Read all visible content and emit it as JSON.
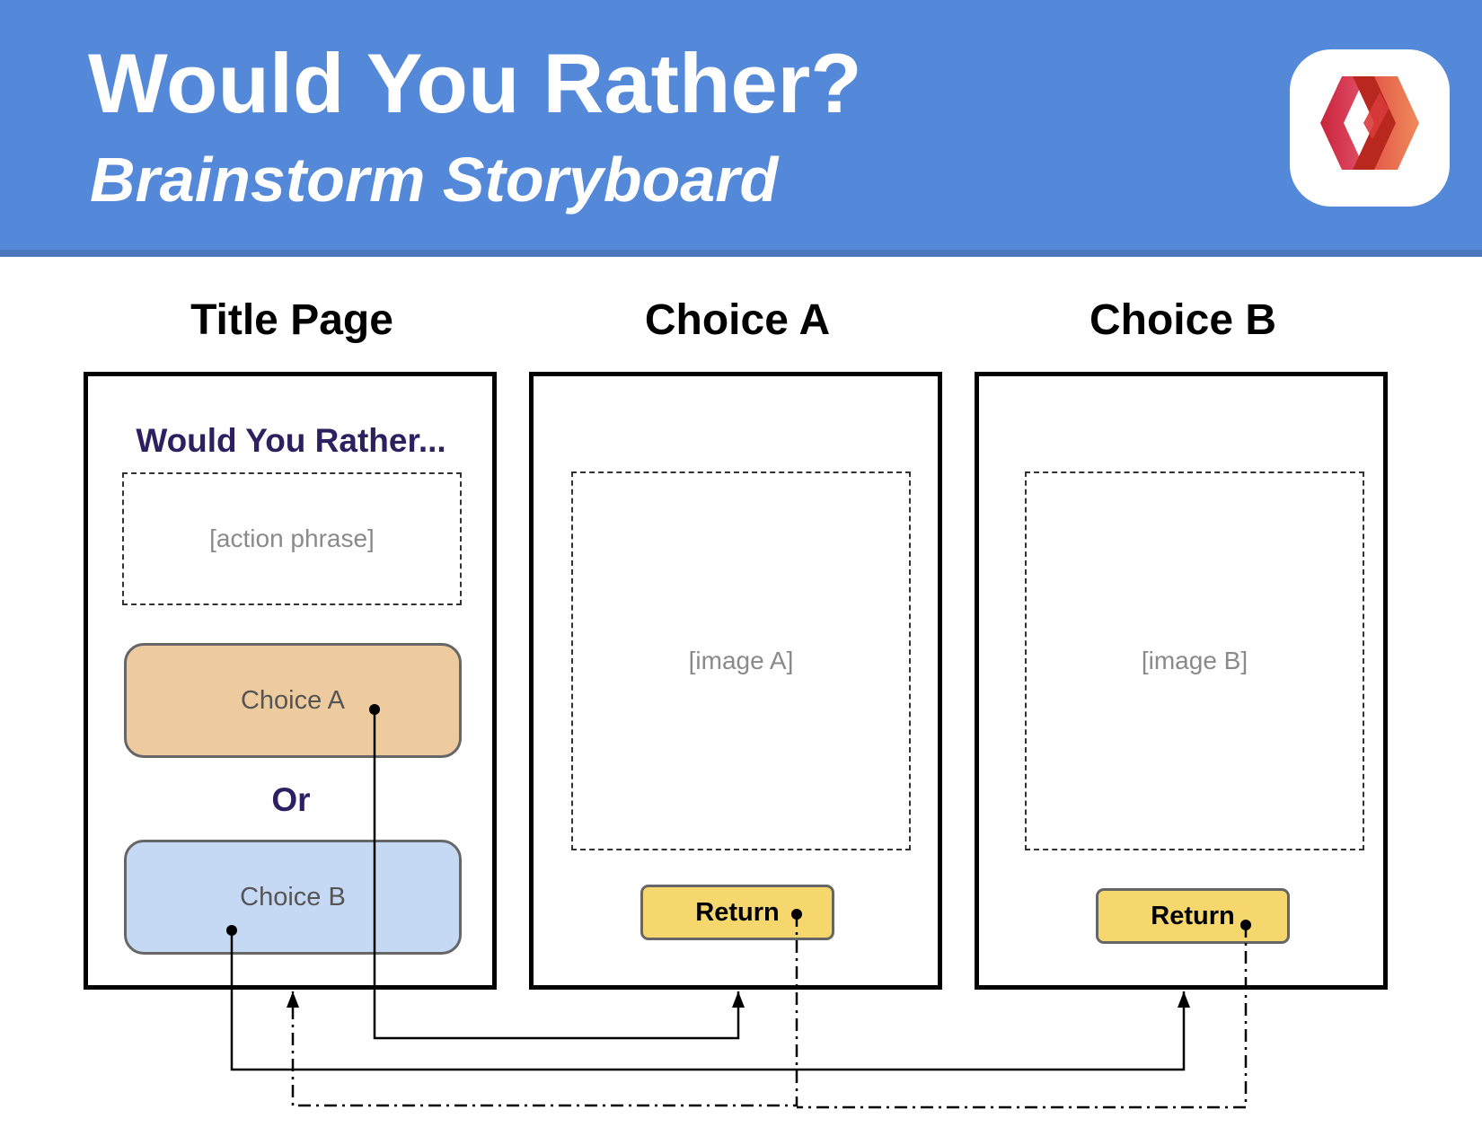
{
  "header": {
    "title": "Would You Rather?",
    "subtitle": "Brainstorm Storyboard",
    "logo_icon": "red-orange-interlocking-logo-icon",
    "background_color": "#5488d8"
  },
  "columns": {
    "title_page": {
      "heading": "Title Page",
      "prompt": "Would You Rather...",
      "action_placeholder": "[action phrase]",
      "choice_a": "Choice A",
      "or_text": "Or",
      "choice_b": "Choice B"
    },
    "choice_a_page": {
      "heading": "Choice A",
      "image_placeholder": "[image A]",
      "return_label": "Return"
    },
    "choice_b_page": {
      "heading": "Choice B",
      "image_placeholder": "[image B]",
      "return_label": "Return"
    }
  },
  "colors": {
    "choice_a_fill": "#edcb9f",
    "choice_b_fill": "#c5d9f5",
    "return_fill": "#f5d76e",
    "prompt_text": "#2e2060"
  },
  "connections": [
    {
      "from": "Choice A",
      "to": "Choice A",
      "style": "solid"
    },
    {
      "from": "Choice B",
      "to": "Choice B",
      "style": "solid"
    },
    {
      "from": "Return",
      "to": "Title Page",
      "style": "dash-dot"
    },
    {
      "from": "Return",
      "to": "Title Page",
      "style": "dash-dot"
    }
  ]
}
